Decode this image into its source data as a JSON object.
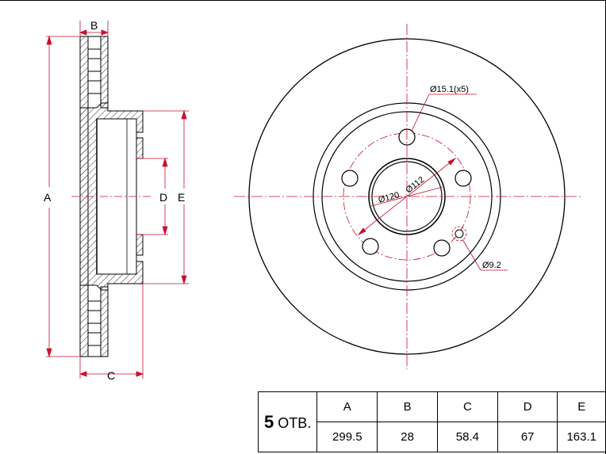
{
  "labels": {
    "a": "A",
    "b": "B",
    "c": "C",
    "d": "D",
    "e": "E"
  },
  "annotations": {
    "bolt_hole": "Ø15.1(x5)",
    "center_bore": "Ø120",
    "pcd": "Ø112",
    "small_hole": "Ø9.2"
  },
  "table": {
    "holes_count": "5",
    "holes_unit": "ОТВ.",
    "headers": [
      "A",
      "B",
      "C",
      "D",
      "E"
    ],
    "values": [
      "299.5",
      "28",
      "58.4",
      "67",
      "163.1"
    ]
  },
  "colors": {
    "line": "#000000",
    "dimension": "#c8102e",
    "hatch": "#555555"
  }
}
